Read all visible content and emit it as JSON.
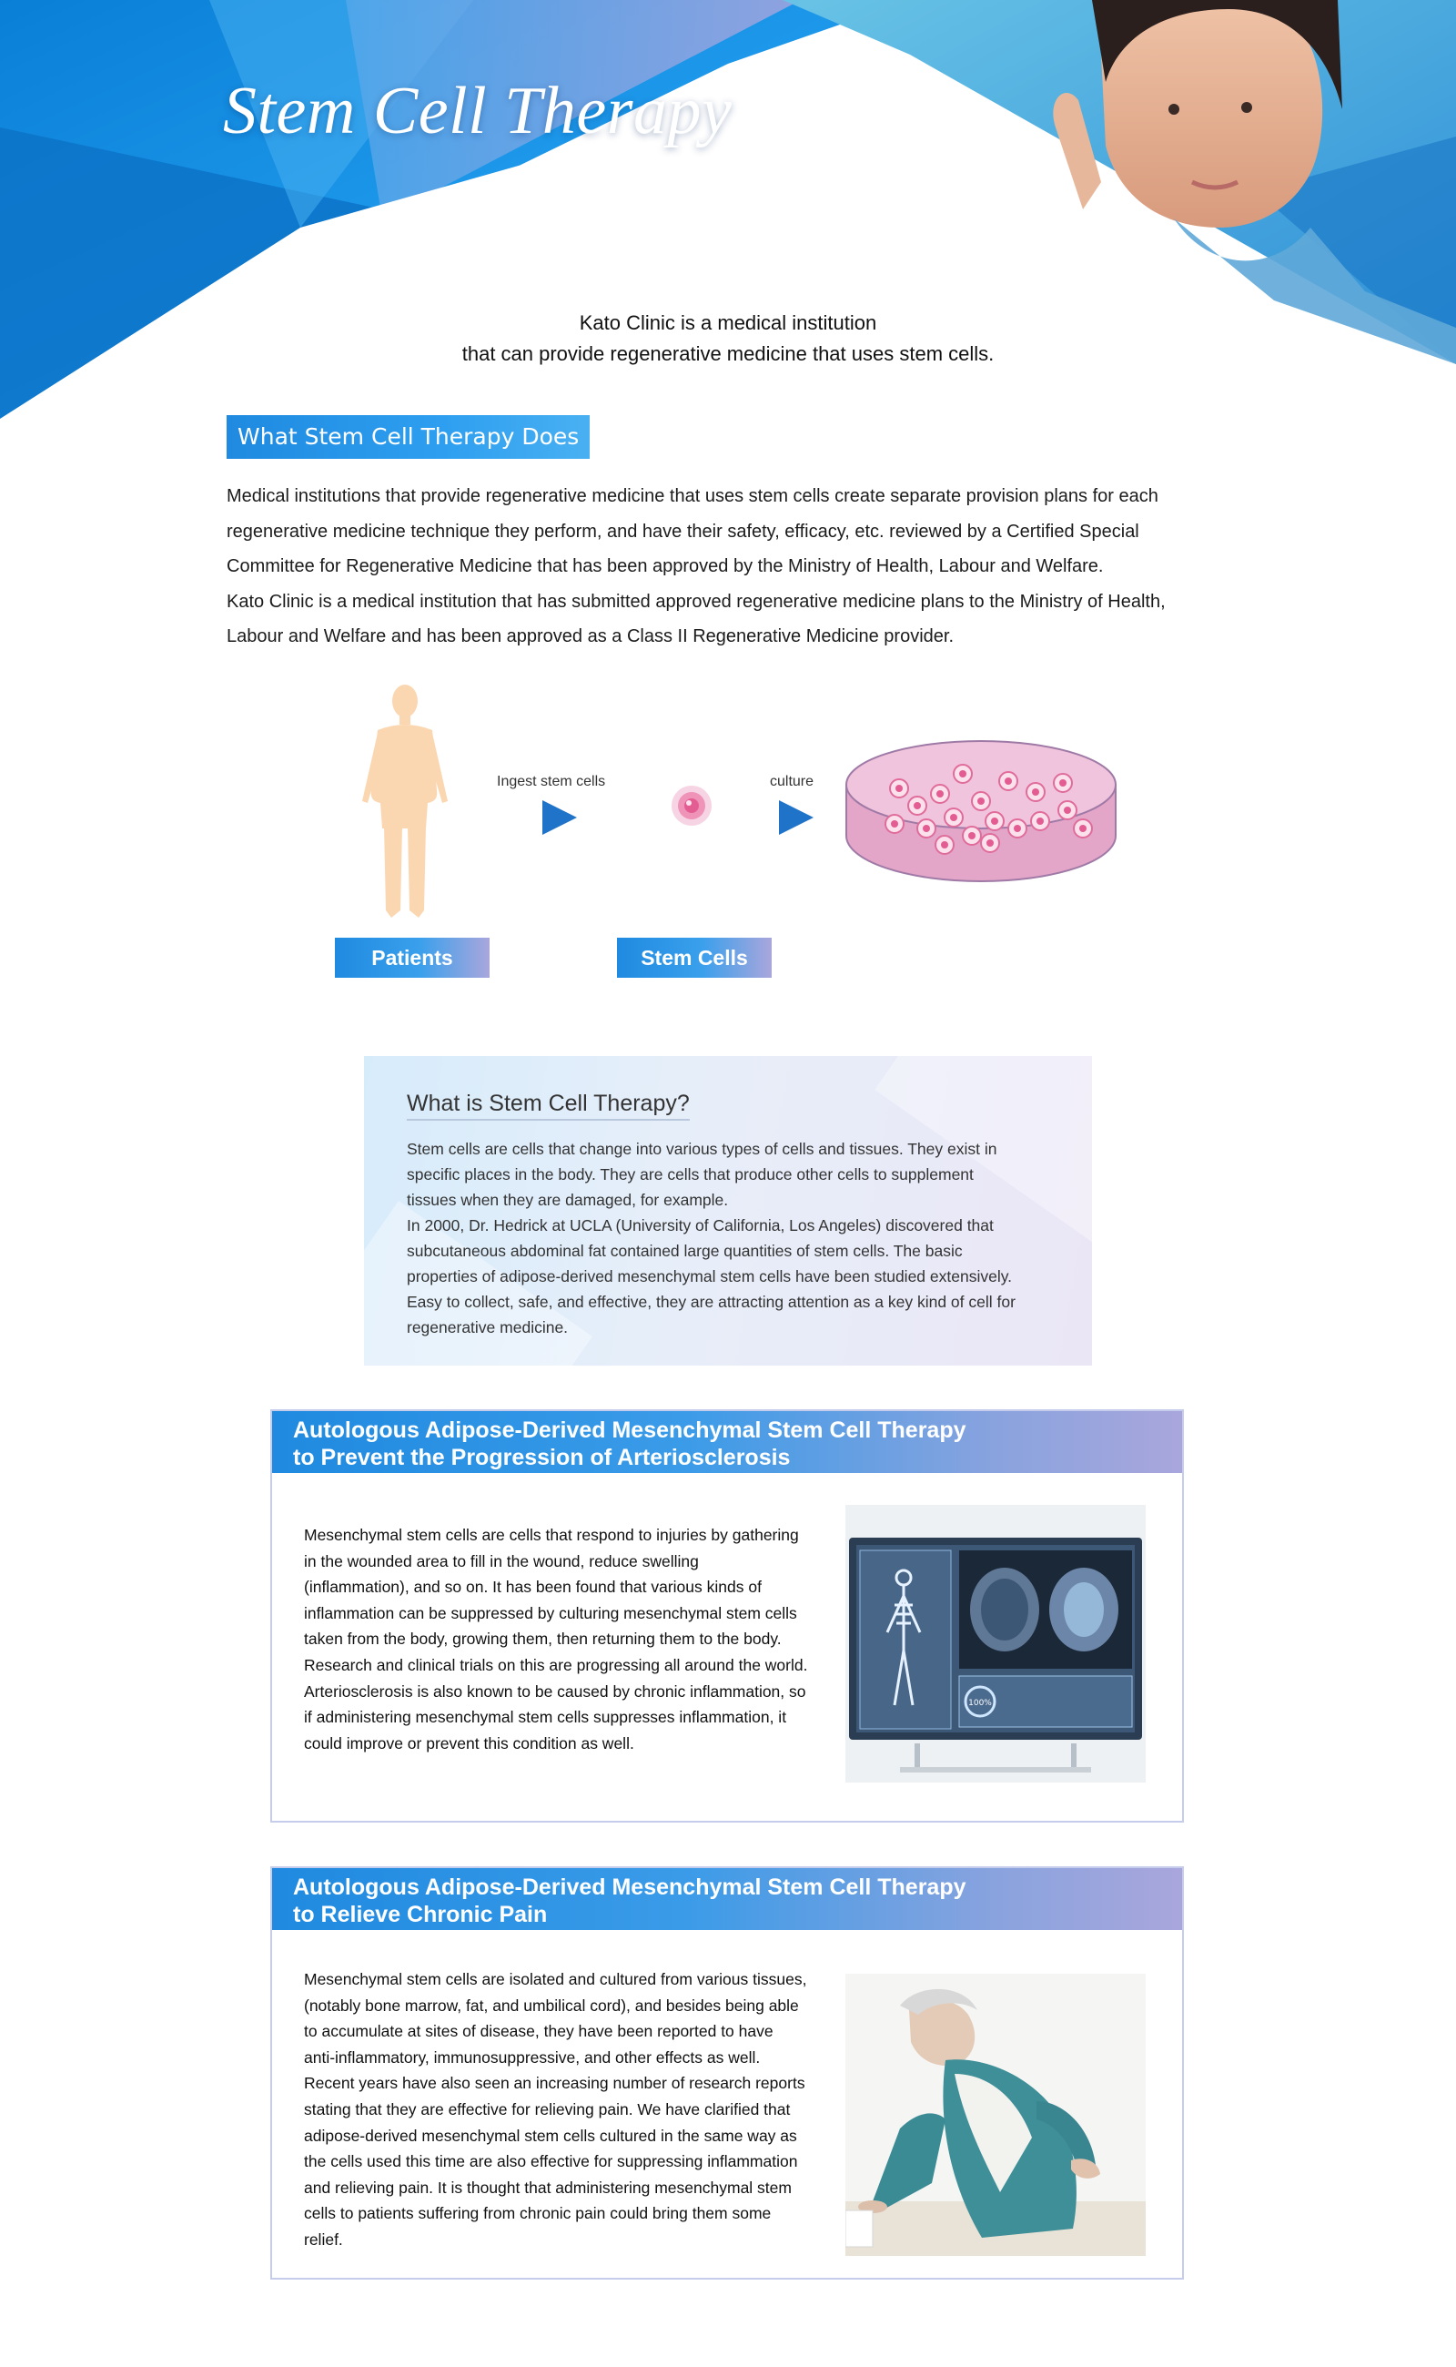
{
  "hero": {
    "title": "Stem Cell Therapy",
    "intro_line1": "Kato Clinic is a medical institution",
    "intro_line2": "that can provide regenerative medicine that uses stem cells."
  },
  "section1": {
    "heading": "What Stem Cell Therapy Does",
    "lines": [
      "Medical institutions that provide regenerative medicine that uses stem cells create separate provision plans for each",
      "regenerative medicine technique they perform, and have their safety, efficacy, etc. reviewed by a Certified Special",
      "Committee for Regenerative Medicine that has been approved by the Ministry of Health, Labour and Welfare.",
      "Kato Clinic is a medical institution that has submitted approved regenerative medicine plans to the Ministry of Health,",
      "Labour and Welfare and has been approved as a Class II Regenerative Medicine provider."
    ]
  },
  "diagram": {
    "step1": "Ingest stem cells",
    "step2": "culture",
    "patients": "Patients",
    "stem_cells": "Stem Cells"
  },
  "what_is": {
    "title": "What is Stem Cell Therapy?",
    "lines": [
      "Stem cells are cells that change into various types of cells and tissues. They exist in",
      "specific places in the body. They are cells that produce other cells to supplement",
      "tissues when they are damaged, for example.",
      "In 2000, Dr. Hedrick at UCLA (University of California, Los Angeles) discovered that",
      "subcutaneous abdominal fat contained large quantities of stem cells. The basic",
      "properties of adipose-derived mesenchymal stem cells have been studied extensively.",
      "Easy to collect, safe, and effective, they are attracting attention as a key kind of cell for",
      "regenerative medicine."
    ]
  },
  "card1": {
    "title_line1": "Autologous Adipose-Derived Mesenchymal Stem Cell Therapy",
    "title_line2": "to Prevent the Progression of Arteriosclerosis",
    "lines": [
      "Mesenchymal stem cells are cells that respond to injuries by gathering",
      "in the wounded area to fill in the wound, reduce swelling",
      "(inflammation), and so on. It has been found that various kinds of",
      "inflammation can be suppressed by culturing mesenchymal stem cells",
      "taken from the body, growing them, then returning them to the body.",
      "Research and clinical trials on this are progressing all around the world.",
      "Arteriosclerosis is also known to be caused by chronic inflammation, so",
      "if administering mesenchymal stem cells suppresses inflammation, it",
      "could improve or prevent this condition as well."
    ],
    "image_badge": "100%"
  },
  "card2": {
    "title_line1": "Autologous Adipose-Derived Mesenchymal Stem Cell Therapy",
    "title_line2": "to Relieve Chronic Pain",
    "lines": [
      "Mesenchymal stem cells are isolated and cultured from various tissues,",
      "(notably bone marrow, fat, and umbilical cord), and besides being able",
      "to accumulate at sites of disease, they have been reported to have",
      "anti-inflammatory, immunosuppressive, and other effects as well.",
      "Recent years have also seen an increasing number of research reports",
      "stating that they are effective for relieving pain. We have clarified that",
      "adipose-derived mesenchymal stem cells cultured in the same way as",
      "the cells used this time are also effective for suppressing inflammation",
      "and relieving pain. It is thought that administering mesenchymal stem",
      "cells to patients suffering from chronic pain could bring them some",
      "relief."
    ]
  }
}
